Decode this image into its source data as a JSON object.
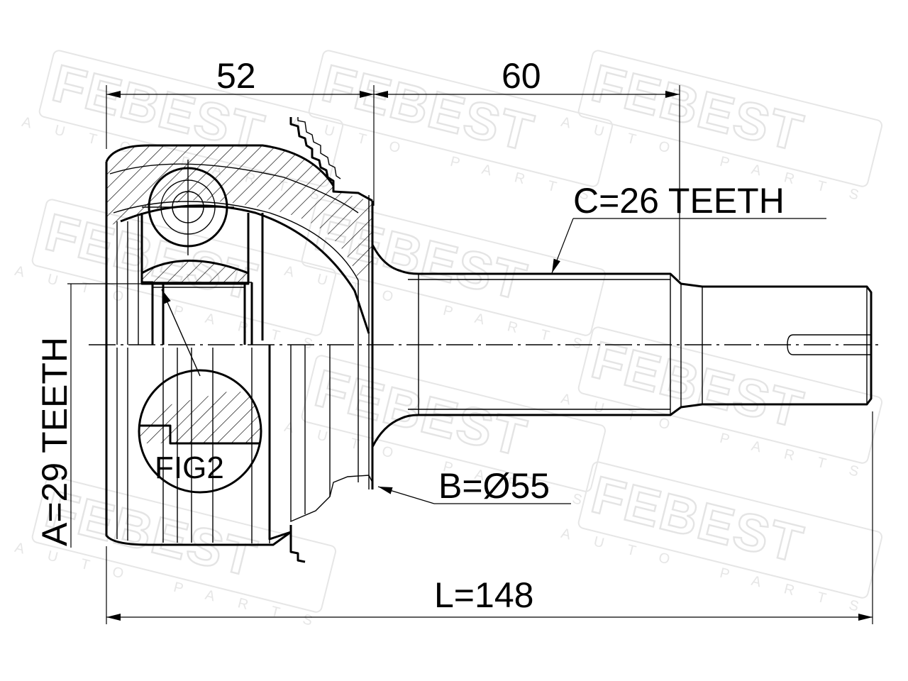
{
  "watermark": {
    "brand": "FEBEST",
    "tagline": "AUTO PARTS"
  },
  "dimensions": {
    "top_left": "52",
    "top_right": "60",
    "spline_c": "C=26 TEETH",
    "spline_a": "A=29 TEETH",
    "diameter_b": "B=Ø55",
    "length_l": "L=148"
  },
  "figure_label": "FIG2",
  "colors": {
    "line": "#000000",
    "watermark": "#e4e4e4",
    "background": "#ffffff"
  }
}
